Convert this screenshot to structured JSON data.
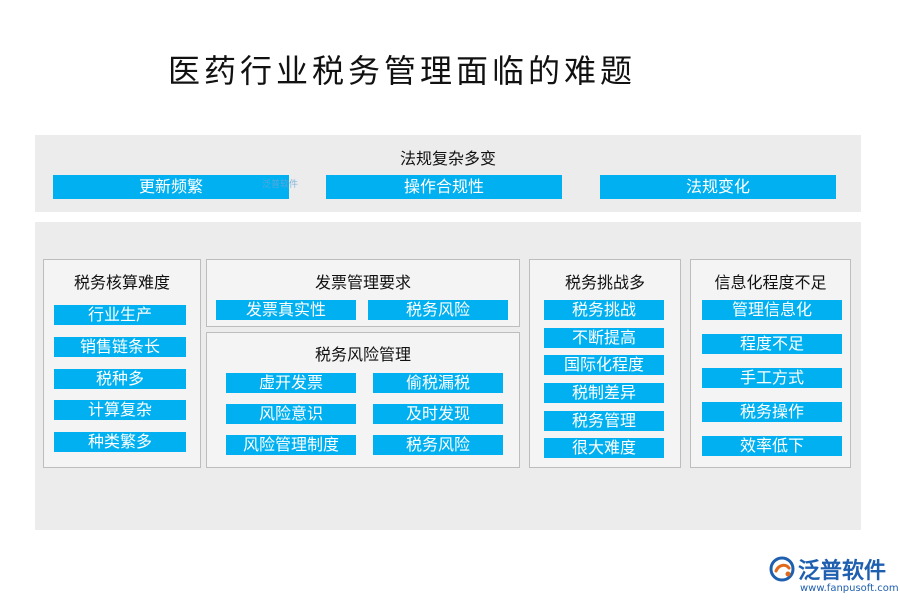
{
  "title": "医药行业税务管理面临的难题",
  "top": {
    "heading": "法规复杂多变",
    "items": [
      "更新频繁",
      "操作合规性",
      "法规变化"
    ]
  },
  "watermark": "泛普软件",
  "boxes": {
    "tax_accounting": {
      "title": "税务核算难度",
      "items": [
        "行业生产",
        "销售链条长",
        "税种多",
        "计算复杂",
        "种类繁多"
      ]
    },
    "invoice": {
      "title": "发票管理要求",
      "items": [
        "发票真实性",
        "税务风险"
      ]
    },
    "risk": {
      "title": "税务风险管理",
      "items": [
        "虚开发票",
        "偷税漏税",
        "风险意识",
        "及时发现",
        "风险管理制度",
        "税务风险"
      ]
    },
    "challenge": {
      "title": "税务挑战多",
      "items": [
        "税务挑战",
        "不断提高",
        "国际化程度",
        "税制差异",
        "税务管理",
        "很大难度"
      ]
    },
    "info": {
      "title": "信息化程度不足",
      "items": [
        "管理信息化",
        "程度不足",
        "手工方式",
        "税务操作",
        "效率低下"
      ]
    }
  },
  "logo": {
    "name": "泛普软件",
    "url": "www.fanpusoft.com"
  },
  "colors": {
    "bar": "#00b0f0",
    "panel": "#ececec",
    "box": "#f4f4f4",
    "logo": "#1f5fb0"
  }
}
